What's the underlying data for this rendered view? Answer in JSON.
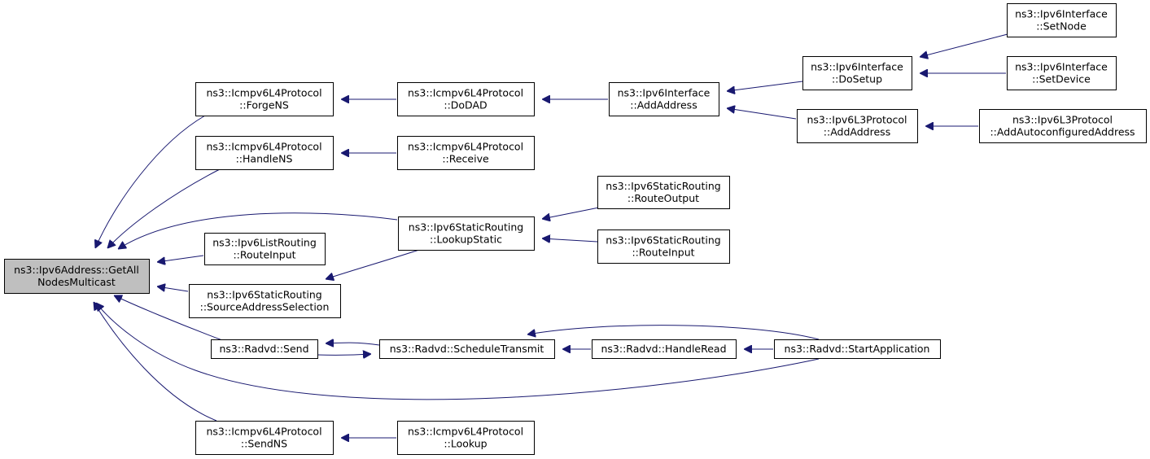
{
  "graph": {
    "nodes": [
      {
        "id": "root",
        "lines": [
          "ns3::Ipv6Address::GetAll",
          "NodesMulticast"
        ]
      },
      {
        "id": "forgens",
        "lines": [
          "ns3::Icmpv6L4Protocol",
          "::ForgeNS"
        ]
      },
      {
        "id": "handlens",
        "lines": [
          "ns3::Icmpv6L4Protocol",
          "::HandleNS"
        ]
      },
      {
        "id": "listroute",
        "lines": [
          "ns3::Ipv6ListRouting",
          "::RouteInput"
        ]
      },
      {
        "id": "srcaddr",
        "lines": [
          "ns3::Ipv6StaticRouting",
          "::SourceAddressSelection"
        ]
      },
      {
        "id": "send",
        "lines": [
          "ns3::Radvd::Send"
        ]
      },
      {
        "id": "sendns",
        "lines": [
          "ns3::Icmpv6L4Protocol",
          "::SendNS"
        ]
      },
      {
        "id": "dodad",
        "lines": [
          "ns3::Icmpv6L4Protocol",
          "::DoDAD"
        ]
      },
      {
        "id": "receive",
        "lines": [
          "ns3::Icmpv6L4Protocol",
          "::Receive"
        ]
      },
      {
        "id": "lookupstatic",
        "lines": [
          "ns3::Ipv6StaticRouting",
          "::LookupStatic"
        ]
      },
      {
        "id": "schedtx",
        "lines": [
          "ns3::Radvd::ScheduleTransmit"
        ]
      },
      {
        "id": "lookup",
        "lines": [
          "ns3::Icmpv6L4Protocol",
          "::Lookup"
        ]
      },
      {
        "id": "ifaddaddr",
        "lines": [
          "ns3::Ipv6Interface",
          "::AddAddress"
        ]
      },
      {
        "id": "routeoutput",
        "lines": [
          "ns3::Ipv6StaticRouting",
          "::RouteOutput"
        ]
      },
      {
        "id": "routeinput",
        "lines": [
          "ns3::Ipv6StaticRouting",
          "::RouteInput"
        ]
      },
      {
        "id": "handleread",
        "lines": [
          "ns3::Radvd::HandleRead"
        ]
      },
      {
        "id": "dosetup",
        "lines": [
          "ns3::Ipv6Interface",
          "::DoSetup"
        ]
      },
      {
        "id": "l3addaddr",
        "lines": [
          "ns3::Ipv6L3Protocol",
          "::AddAddress"
        ]
      },
      {
        "id": "startapp",
        "lines": [
          "ns3::Radvd::StartApplication"
        ]
      },
      {
        "id": "setnode",
        "lines": [
          "ns3::Ipv6Interface",
          "::SetNode"
        ]
      },
      {
        "id": "setdevice",
        "lines": [
          "ns3::Ipv6Interface",
          "::SetDevice"
        ]
      },
      {
        "id": "autoconf",
        "lines": [
          "ns3::Ipv6L3Protocol",
          "::AddAutoconfiguredAddress"
        ]
      }
    ],
    "edges": [
      {
        "from": "forgens",
        "to": "root"
      },
      {
        "from": "handlens",
        "to": "root"
      },
      {
        "from": "lookupstatic",
        "to": "root"
      },
      {
        "from": "listroute",
        "to": "root"
      },
      {
        "from": "srcaddr",
        "to": "root"
      },
      {
        "from": "send",
        "to": "root"
      },
      {
        "from": "startapp",
        "to": "root"
      },
      {
        "from": "sendns",
        "to": "root"
      },
      {
        "from": "dodad",
        "to": "forgens"
      },
      {
        "from": "receive",
        "to": "handlens"
      },
      {
        "from": "lookupstatic",
        "to": "srcaddr"
      },
      {
        "from": "schedtx",
        "to": "send"
      },
      {
        "from": "send",
        "to": "schedtx"
      },
      {
        "from": "lookup",
        "to": "sendns"
      },
      {
        "from": "ifaddaddr",
        "to": "dodad"
      },
      {
        "from": "routeoutput",
        "to": "lookupstatic"
      },
      {
        "from": "routeinput",
        "to": "lookupstatic"
      },
      {
        "from": "handleread",
        "to": "schedtx"
      },
      {
        "from": "startapp",
        "to": "schedtx"
      },
      {
        "from": "dosetup",
        "to": "ifaddaddr"
      },
      {
        "from": "l3addaddr",
        "to": "ifaddaddr"
      },
      {
        "from": "startapp",
        "to": "handleread"
      },
      {
        "from": "setnode",
        "to": "dosetup"
      },
      {
        "from": "setdevice",
        "to": "dosetup"
      },
      {
        "from": "autoconf",
        "to": "l3addaddr"
      }
    ]
  },
  "colors": {
    "edge": "#191970",
    "root_fill": "#bfbfbf",
    "node_fill": "#ffffff",
    "node_border": "#000000"
  }
}
